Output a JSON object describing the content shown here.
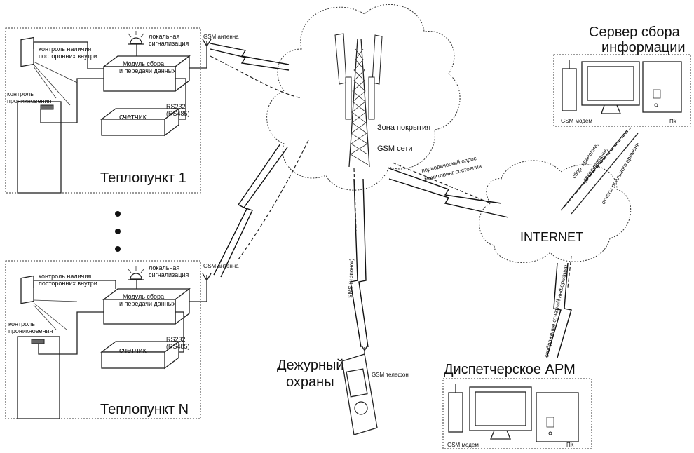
{
  "labels": {
    "station1_title": "Теплопункт 1",
    "stationN_title": "Теплопункт N",
    "local_alarm": [
      "локальная",
      "сигнализация"
    ],
    "presence_control": [
      "контроль наличия",
      "посторонних внутри"
    ],
    "intrusion_control": [
      "контроль",
      "проникновения"
    ],
    "module": [
      "Модуль сбора",
      "и передачи данных"
    ],
    "meter": "счетчик",
    "rs_port": [
      "RS232",
      "(RS485)"
    ],
    "gsm_antenna": "GSM антенна",
    "gsm_zone": [
      "Зона покрытия",
      "GSM сети"
    ],
    "polling": [
      "периодический опрос",
      "мониторинг состояния"
    ],
    "internet": "INTERNET",
    "server_title": [
      "Сервер сбора",
      "информации"
    ],
    "server_flows": [
      "сбор, хранение,",
      "декодирование"
    ],
    "realtime_reports": "отчеты реального времени",
    "gsm_modem": "GSM модем",
    "pc": "ПК",
    "sms": "SMS (и звонок)",
    "guard_title": [
      "Дежурный",
      "охраны"
    ],
    "gsm_phone": "GSM телефон",
    "dispatcher_title": "Диспетчерское АРМ",
    "report_display": "отображение отчетной информации"
  }
}
